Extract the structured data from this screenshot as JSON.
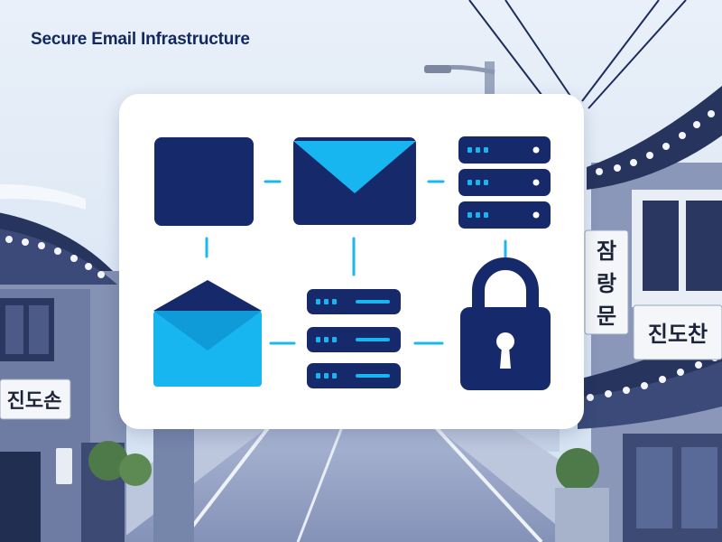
{
  "title": "Secure Email Infrastructure",
  "signs": {
    "left": "진도손",
    "right_vertical": [
      "잠",
      "랑",
      "문"
    ],
    "right": "진도찬"
  },
  "diagram": {
    "nodes": [
      {
        "id": "n1",
        "icon": "square-box-icon"
      },
      {
        "id": "n2",
        "icon": "closed-envelope-icon"
      },
      {
        "id": "n3",
        "icon": "server-rack-icon"
      },
      {
        "id": "n4",
        "icon": "open-envelope-icon"
      },
      {
        "id": "n5",
        "icon": "server-rack-icon"
      },
      {
        "id": "n6",
        "icon": "padlock-icon"
      }
    ],
    "edges": [
      [
        "n1",
        "n2"
      ],
      [
        "n2",
        "n3"
      ],
      [
        "n1",
        "n4"
      ],
      [
        "n2",
        "n5"
      ],
      [
        "n3",
        "n6"
      ],
      [
        "n4",
        "n5"
      ],
      [
        "n5",
        "n6"
      ]
    ]
  },
  "colors": {
    "navy": "#16296b",
    "light_blue": "#18b6f0",
    "mid_blue": "#0e9bd8",
    "connector": "#1ab8ee",
    "title": "#13285e",
    "sky": "#dce8f5",
    "card": "#ffffff"
  }
}
